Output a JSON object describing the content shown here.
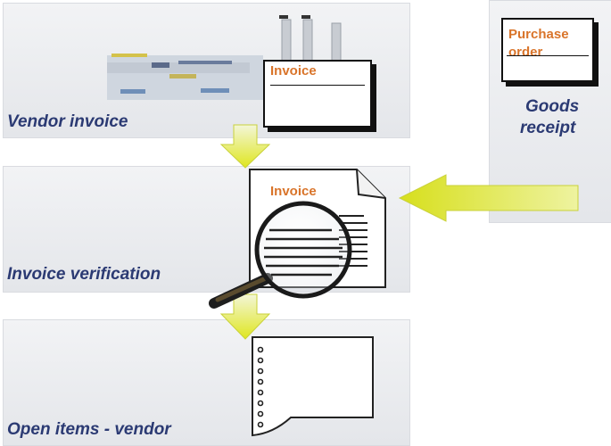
{
  "panels": {
    "vendor_invoice": "Vendor invoice",
    "invoice_verification": "Invoice verification",
    "open_items": "Open items - vendor",
    "goods_receipt_line1": "Goods",
    "goods_receipt_line2": "receipt"
  },
  "documents": {
    "vendor_invoice_title": "Invoice",
    "verification_invoice_title": "Invoice",
    "purchase_order_line1": "Purchase",
    "purchase_order_line2": "order"
  },
  "colors": {
    "label_text": "#2b3a73",
    "doc_title": "#d9742a",
    "arrow_fill": "#e6ea2a",
    "arrow_light": "#c9d83a"
  },
  "icons": [
    "factory-icon",
    "magnifier-icon",
    "arrow-down-icon",
    "arrow-left-icon",
    "perforated-list-icon"
  ]
}
